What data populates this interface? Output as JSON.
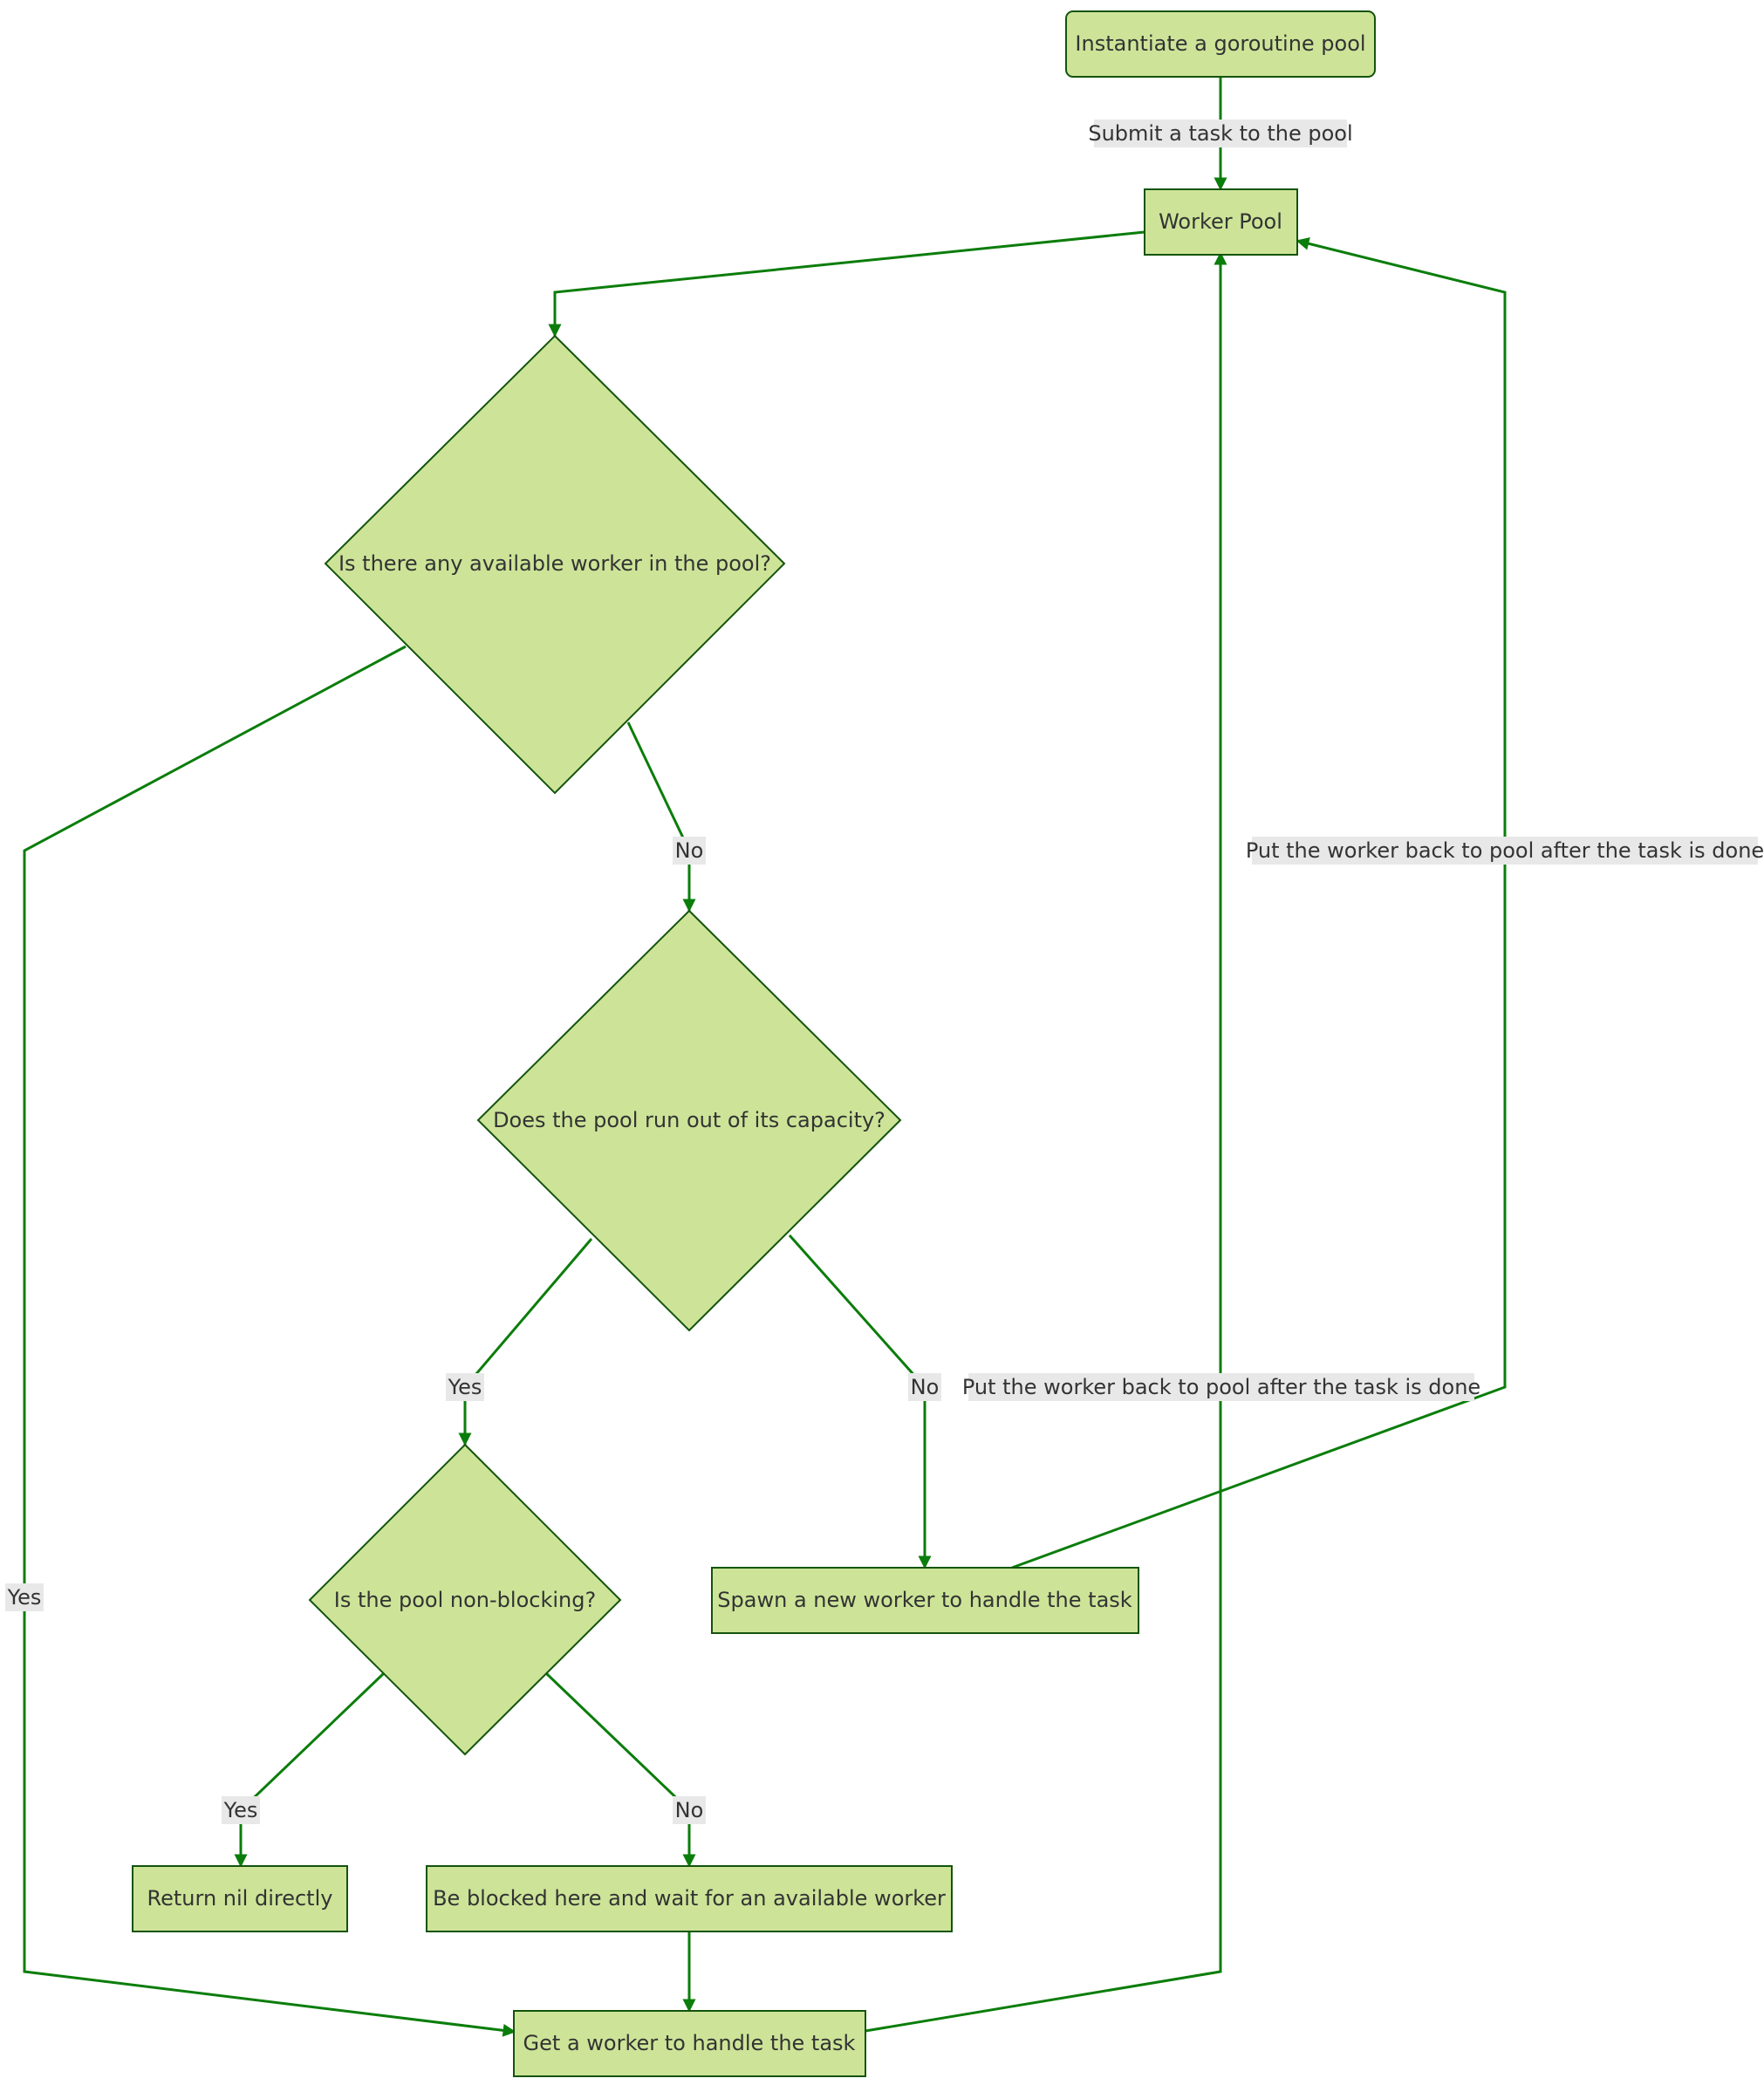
{
  "colors": {
    "node_fill": "#cde498",
    "node_stroke": "#13540c",
    "edge": "#0b7d0b",
    "edge_label_bg": "#e8e8e8",
    "text": "#333333"
  },
  "nodes": {
    "start": "Instantiate a goroutine pool",
    "pool": "Worker Pool",
    "available": "Is there any available worker in the pool?",
    "capacity": "Does the pool run out of its capacity?",
    "nonblocking": "Is the pool non-blocking?",
    "spawn": "Spawn a new worker to handle the task",
    "return_nil": "Return nil directly",
    "blocked": "Be blocked here and wait for an available worker",
    "get_worker": "Get a worker to handle the task"
  },
  "edges": {
    "submit": "Submit a task to the pool",
    "available_no": "No",
    "available_yes": "Yes",
    "capacity_yes": "Yes",
    "capacity_no": "No",
    "nonblocking_yes": "Yes",
    "nonblocking_no": "No",
    "spawn_back": "Put the worker back to pool after the task is done",
    "get_back": "Put the worker back to pool after the task is done"
  }
}
